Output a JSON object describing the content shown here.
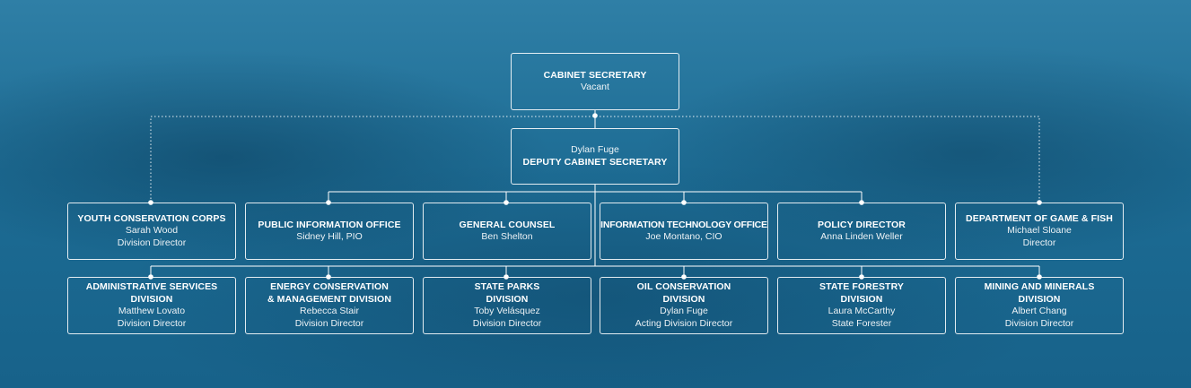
{
  "top": {
    "secretary": {
      "title": "CABINET SECRETARY",
      "name": "Vacant"
    },
    "deputy": {
      "name": "Dylan Fuge",
      "title": "DEPUTY CABINET SECRETARY"
    }
  },
  "row1": [
    {
      "id": "youth-conservation-corps",
      "title": "YOUTH CONSERVATION CORPS",
      "name": "Sarah Wood",
      "role": "Division Director"
    },
    {
      "id": "public-information-office",
      "title": "PUBLIC INFORMATION OFFICE",
      "name": "Sidney Hill, PIO"
    },
    {
      "id": "general-counsel",
      "title": "GENERAL COUNSEL",
      "name": "Ben Shelton"
    },
    {
      "id": "information-technology-office",
      "title": "INFORMATION TECHNOLOGY OFFICE",
      "name": "Joe Montano, CIO"
    },
    {
      "id": "policy-director",
      "title": "POLICY DIRECTOR",
      "name": "Anna Linden Weller"
    },
    {
      "id": "department-of-game-fish",
      "title": "DEPARTMENT OF GAME & FISH",
      "name": "Michael Sloane",
      "role": "Director"
    }
  ],
  "row2": [
    {
      "id": "administrative-services-division",
      "title": "ADMINISTRATIVE SERVICES",
      "title2": "DIVISION",
      "name": "Matthew Lovato",
      "role": "Division Director"
    },
    {
      "id": "energy-conservation-division",
      "title": "ENERGY CONSERVATION",
      "title2": "& MANAGEMENT DIVISION",
      "name": "Rebecca Stair",
      "role": "Division Director"
    },
    {
      "id": "state-parks-division",
      "title": "STATE PARKS",
      "title2": "DIVISION",
      "name": "Toby Velásquez",
      "role": "Division Director"
    },
    {
      "id": "oil-conservation-division",
      "title": "OIL CONSERVATION",
      "title2": "DIVISION",
      "name": "Dylan Fuge",
      "role": "Acting Division Director"
    },
    {
      "id": "state-forestry-division",
      "title": "STATE FORESTRY",
      "title2": "DIVISION",
      "name": "Laura McCarthy",
      "role": "State Forester"
    },
    {
      "id": "mining-and-minerals-division",
      "title": "MINING AND MINERALS",
      "title2": "DIVISION",
      "name": "Albert Chang",
      "role": "Division Director"
    }
  ]
}
